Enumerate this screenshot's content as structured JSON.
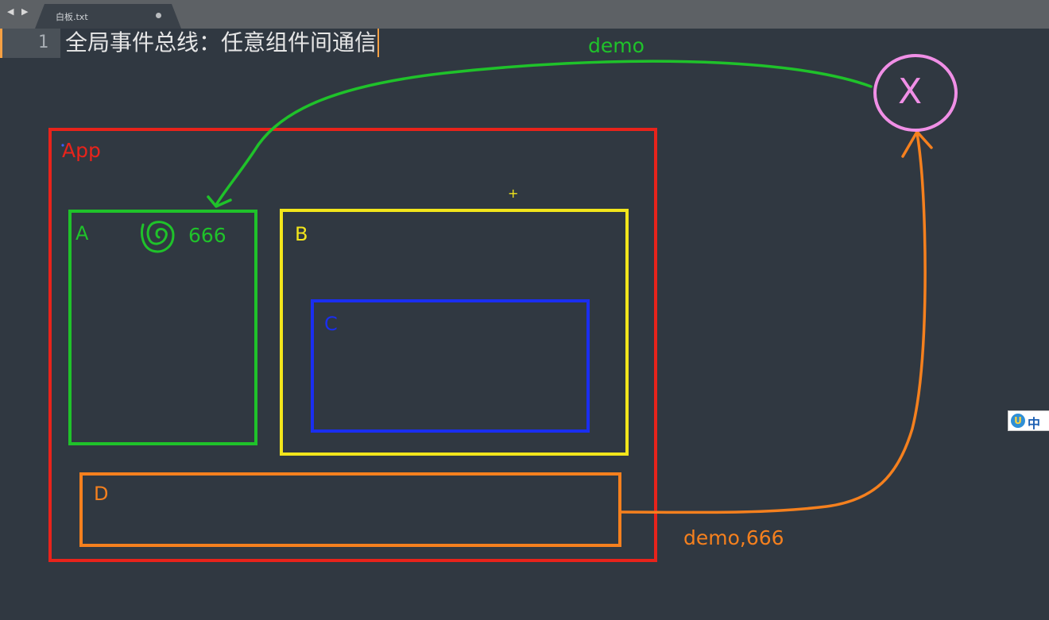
{
  "tab": {
    "title": "白板.txt"
  },
  "editor": {
    "line_number": "1",
    "line_text": "全局事件总线：任意组件间通信"
  },
  "diagram": {
    "app_label": "App",
    "a_label": "A",
    "a_value": "666",
    "b_label": "B",
    "c_label": "C",
    "d_label": "D",
    "bus_label": "X",
    "top_arrow_label": "demo",
    "bottom_arrow_label": "demo,666",
    "cursor_mark": "+"
  },
  "ime": {
    "label": "中"
  },
  "colors": {
    "app": "#e8231b",
    "a": "#1fc22a",
    "b": "#f2e51b",
    "c": "#1a2ef0",
    "d": "#f5801e",
    "bus": "#f08fe6"
  }
}
